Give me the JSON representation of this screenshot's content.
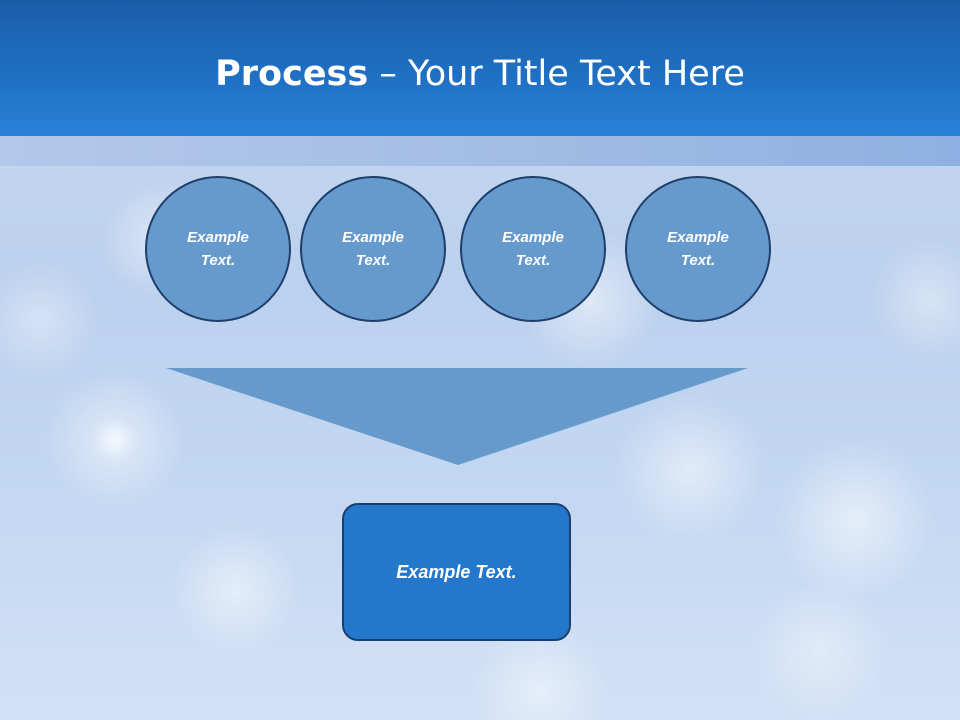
{
  "slide": {
    "title_strong": "Process",
    "title_rest": " – Your Title Text Here"
  },
  "inputs": [
    {
      "label": "Example\nText."
    },
    {
      "label": "Example\nText."
    },
    {
      "label": "Example\nText."
    },
    {
      "label": "Example\nText."
    }
  ],
  "output": {
    "label": "Example Text."
  },
  "colors": {
    "header": "#1f6fc3",
    "circle_fill": "#6699cc",
    "circle_border": "#1f3f6b",
    "funnel_fill": "#6699cc",
    "result_fill": "#2478cc"
  }
}
